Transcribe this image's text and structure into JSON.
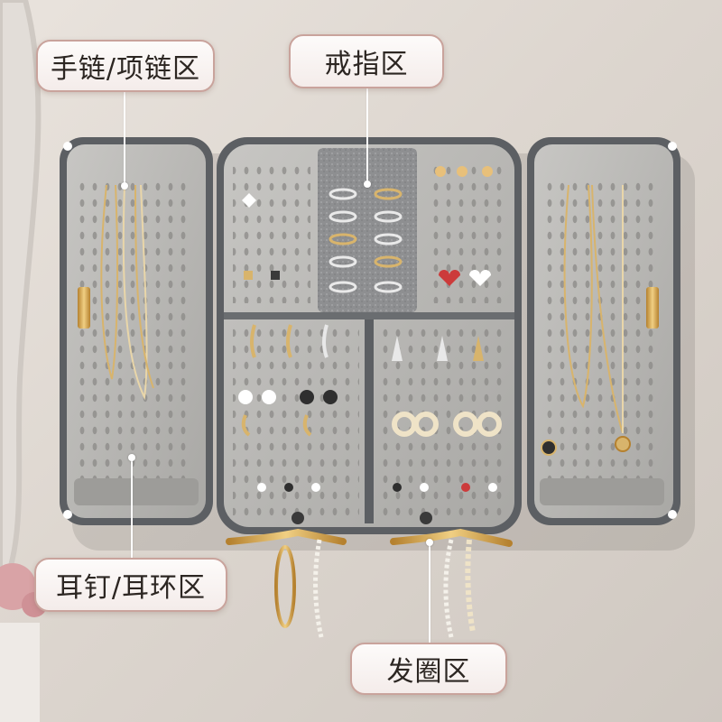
{
  "labels": {
    "bracelet_necklace_zone": "手链/项链区",
    "ring_zone": "戒指区",
    "earring_zone": "耳钉/耳环区",
    "hair_tie_zone": "发圈区"
  },
  "colors": {
    "wall": "#ddd6cf",
    "case_frame": "#5c5f63",
    "case_fill": "#b9b8b6",
    "ring_felt": "#8e8f91",
    "gold": "#c99a45",
    "label_border": "#c9a39c"
  }
}
